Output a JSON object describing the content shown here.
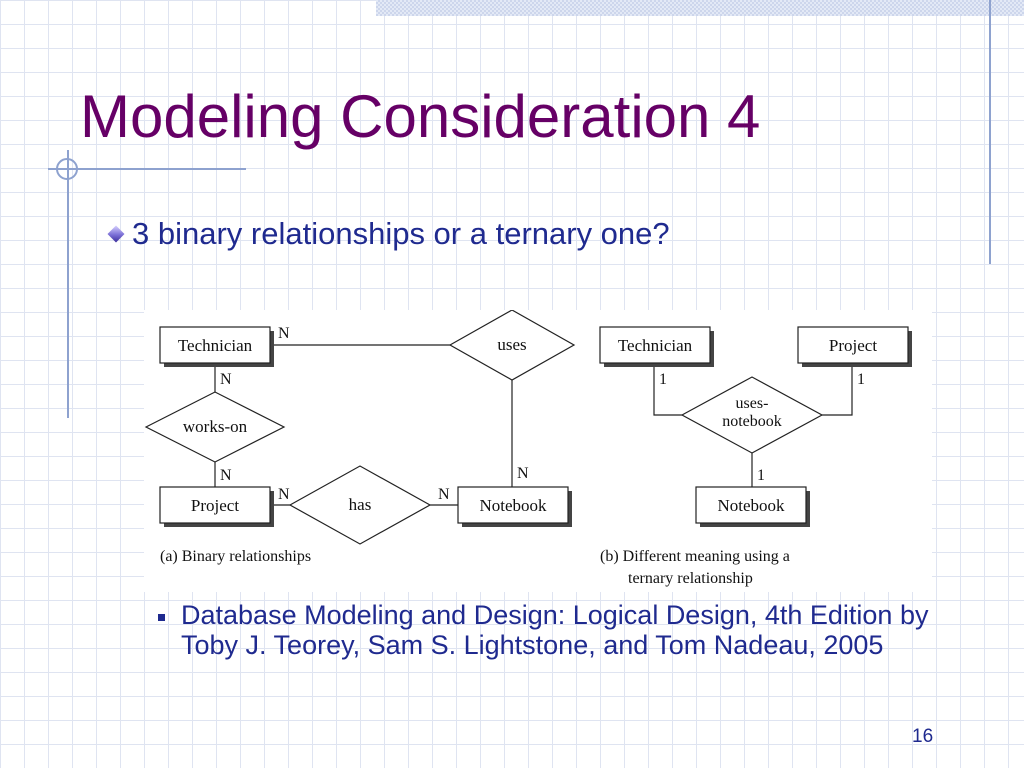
{
  "slide": {
    "title": "Modeling Consideration 4",
    "bullet": "3 binary relationships or a ternary one?",
    "reference": "Database Modeling and Design: Logical Design, 4th Edition by Toby J. Teorey, Sam S. Lightstone, and Tom Nadeau, 2005",
    "page_number": "16"
  },
  "colors": {
    "title": "#660066",
    "body_text": "#1f2a8f",
    "grid": "#dfe4f1",
    "accent_line": "#8ea2cf"
  },
  "diagram_a": {
    "caption": "(a) Binary relationships",
    "entities": {
      "technician": "Technician",
      "project": "Project",
      "notebook": "Notebook"
    },
    "relationships": {
      "uses": "uses",
      "works_on": "works-on",
      "has": "has"
    },
    "cardinalities": {
      "technician_uses": "N",
      "technician_works_on": "N",
      "project_works_on": "N",
      "project_has": "N",
      "notebook_has": "N",
      "notebook_uses": "N"
    }
  },
  "diagram_b": {
    "caption_line1": "(b) Different meaning using a",
    "caption_line2": "ternary relationship",
    "entities": {
      "technician": "Technician",
      "project": "Project",
      "notebook": "Notebook"
    },
    "relationship_line1": "uses-",
    "relationship_line2": "notebook",
    "cardinalities": {
      "technician": "1",
      "project": "1",
      "notebook": "1"
    }
  }
}
